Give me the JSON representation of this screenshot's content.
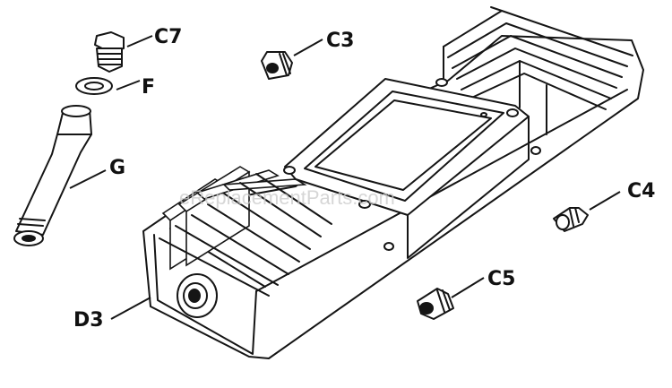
{
  "labels": {
    "c7": "C7",
    "c3": "C3",
    "f": "F",
    "g": "G",
    "c4": "C4",
    "c5": "C5",
    "d3": "D3"
  },
  "watermark": "eReplacementParts.com"
}
